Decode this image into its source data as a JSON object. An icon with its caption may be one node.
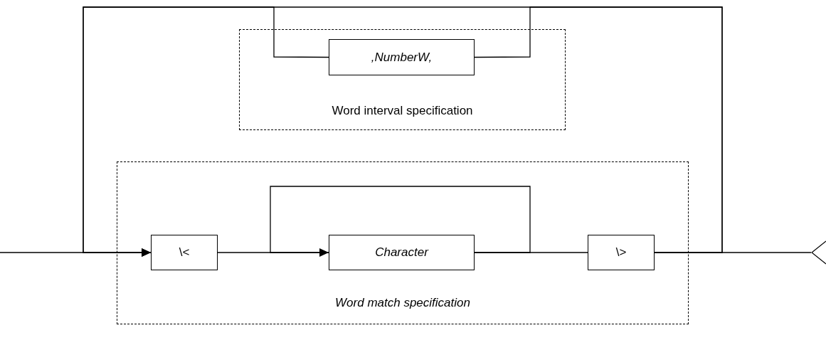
{
  "diagram": {
    "nodes": [
      {
        "text": [
          "Word interval specification"
        ]
      },
      {
        "text": [
          ",NumberW,"
        ],
        "in": 0
      },
      {
        "text": [
          "Word match specification"
        ]
      },
      {
        "text": [
          "\\<"
        ],
        "in": 2
      },
      {
        "text": [
          "Character"
        ],
        "in": 2
      },
      {
        "text": [
          "\\>"
        ],
        "in": 2
      },
      {
        "text": [],
        "shape": "chevron"
      }
    ],
    "edges": [
      {
        "from": null,
        "to": 3,
        "arrow": "none"
      },
      {
        "from": 3,
        "to": 4,
        "arrow": "none"
      },
      {
        "from": 4,
        "to": 5,
        "arrow": "none"
      },
      {
        "from": 5,
        "to": 6,
        "arrow": "none"
      },
      {
        "from": 4,
        "to": 4,
        "arrow": "to"
      },
      {
        "from": 5,
        "to": 1,
        "arrow": "none"
      },
      {
        "from": 1,
        "to": 3,
        "arrow": "to"
      },
      {
        "from": 5,
        "to": 3,
        "arrow": "to"
      }
    ]
  }
}
